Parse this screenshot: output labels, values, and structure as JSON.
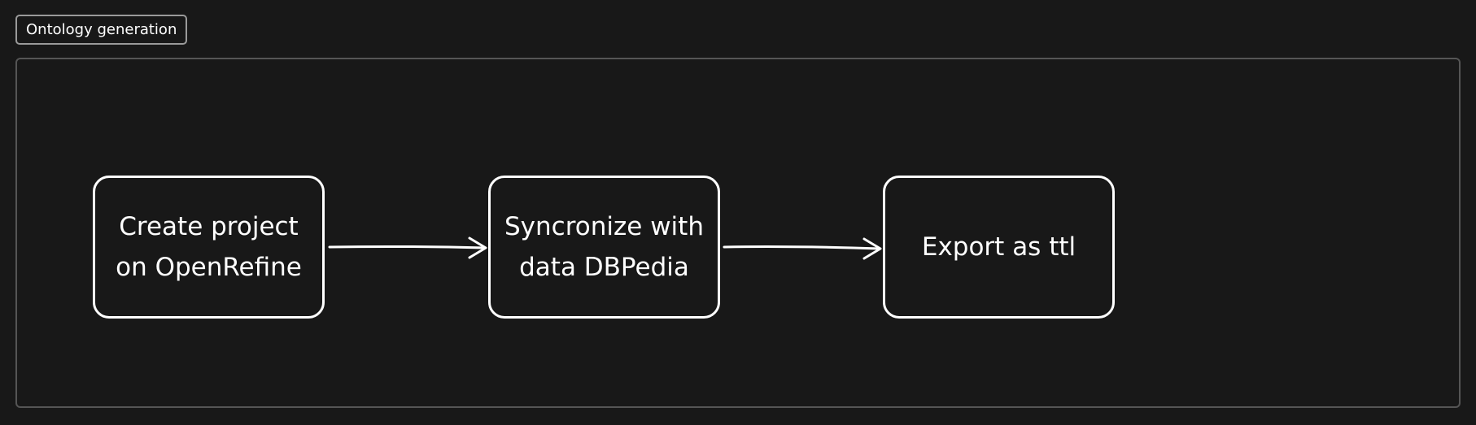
{
  "frame": {
    "label": "Ontology generation"
  },
  "nodes": [
    {
      "id": "create-project",
      "line1": "Create project",
      "line2": "on OpenRefine"
    },
    {
      "id": "synchronize",
      "line1": "Syncronize with",
      "line2": "data DBPedia"
    },
    {
      "id": "export",
      "line1": "Export as ttl",
      "line2": ""
    }
  ],
  "edges": [
    {
      "from": "create-project",
      "to": "synchronize"
    },
    {
      "from": "synchronize",
      "to": "export"
    }
  ],
  "colors": {
    "background": "#181818",
    "stroke": "#ffffff",
    "frame_border": "#555555",
    "label_border": "#9a9a9a"
  }
}
